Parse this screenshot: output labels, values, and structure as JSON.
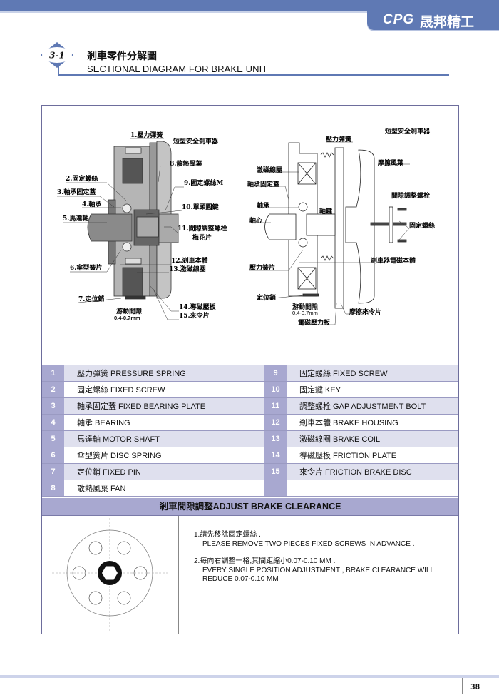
{
  "header": {
    "logo_brand": "CPG",
    "logo_company": "晟邦精工",
    "brand_color": "#5f79b4"
  },
  "section": {
    "number": "3-1",
    "title_cn": "剎車零件分解圖",
    "title_en": "SECTIONAL DIAGRAM FOR BRAKE UNIT"
  },
  "diagram_left": {
    "labels": [
      "1.壓力彈簧",
      "短型安全剎車器",
      "8.散熱風葉",
      "2.固定螺絲",
      "9.固定螺絲M",
      "3.軸承固定蓋",
      "4.軸承",
      "10.單頭圓鍵",
      "5.馬達軸",
      "11.間隙調整螺栓",
      "梅花片",
      "6.傘型簧片",
      "12.剎車本體",
      "13.激磁線圈",
      "7.定位銷",
      "14.導磁壓板",
      "15.來令片",
      "游動間隙",
      "0.4-0.7mm"
    ]
  },
  "diagram_right": {
    "labels": [
      "短型安全剎車器",
      "壓力彈簧",
      "摩擦風葉",
      "激磁線圈",
      "軸承固定蓋",
      "間隙調整螺栓",
      "軸承",
      "軸鍵",
      "軸心",
      "固定螺絲",
      "剎車器電磁本體",
      "壓力簧片",
      "定位銷",
      "游動間隙",
      "0.4-0.7mm",
      "摩擦來令片",
      "電磁壓力板"
    ]
  },
  "parts": [
    {
      "left": {
        "no": "1",
        "text": "壓力彈簧   PRESSURE SPRING"
      },
      "right": {
        "no": "9",
        "text": "固定螺絲  FIXED  SCREW"
      }
    },
    {
      "left": {
        "no": "2",
        "text": "固定螺絲   FIXED  SCREW"
      },
      "right": {
        "no": "10",
        "text": "固定鍵   KEY"
      }
    },
    {
      "left": {
        "no": "3",
        "text": "軸承固定蓋  FIXED BEARING PLATE"
      },
      "right": {
        "no": "11",
        "text": "調整螺栓  GAP ADJUSTMENT BOLT"
      }
    },
    {
      "left": {
        "no": "4",
        "text": "軸承   BEARING"
      },
      "right": {
        "no": "12",
        "text": "剎車本體   BRAKE HOUSING"
      }
    },
    {
      "left": {
        "no": "5",
        "text": "馬達軸   MOTOR SHAFT"
      },
      "right": {
        "no": "13",
        "text": "激磁線圈   BRAKE COIL"
      }
    },
    {
      "left": {
        "no": "6",
        "text": "傘型簧片  DISC SPRING"
      },
      "right": {
        "no": "14",
        "text": "導磁壓板   FRICTION PLATE"
      }
    },
    {
      "left": {
        "no": "7",
        "text": "定位銷  FIXED PIN"
      },
      "right": {
        "no": "15",
        "text": "來令片  FRICTION BRAKE DISC"
      }
    },
    {
      "left": {
        "no": "8",
        "text": "散熱風葉  FAN"
      },
      "right": {
        "no": "",
        "text": ""
      }
    }
  ],
  "clearance": {
    "heading": "剎車間隙調整ADJUST BRAKE CLEARANCE",
    "steps": [
      {
        "cn": "1.請先移除固定螺絲 .",
        "en": "PLEASE REMOVE TWO PIECES FIXED SCREWS  IN ADVANCE ."
      },
      {
        "cn": "2.每向右調整一格,其間距縮小0.07-0.10 MM .",
        "en": "EVERY SINGLE POSITION ADJUSTMENT , BRAKE CLEARANCE WILL REDUCE 0.07-0.10 MM"
      }
    ]
  },
  "footer": {
    "page_number": "38"
  }
}
